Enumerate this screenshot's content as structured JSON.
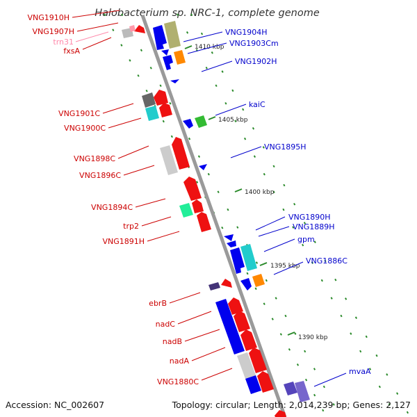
{
  "title": "Halobacterium sp. NRC-1, complete genome",
  "footer": {
    "accession": "Accession: NC_002607",
    "topology": "Topology: circular; Length: 2,014,239 bp; Genes: 2,127"
  },
  "kbp_markers": [
    "1410 kbp",
    "1405 kbp",
    "1400 kbp",
    "1395 kbp",
    "1390 kbp"
  ],
  "left_labels": [
    "VNG1910H",
    "VNG1907H",
    "trn31",
    "fxsA",
    "VNG1901C",
    "VNG1900C",
    "VNG1898C",
    "VNG1896C",
    "VNG1894C",
    "trp2",
    "VNG1891H",
    "ebrB",
    "nadC",
    "nadB",
    "nadA",
    "VNG1880C"
  ],
  "right_labels": [
    "VNG1904H",
    "VNG1903Cm",
    "VNG1902H",
    "kaiC",
    "VNG1895H",
    "VNG1890H",
    "VNG1889H",
    "gpm",
    "VNG1886C",
    "mvaA"
  ],
  "colors": {
    "minus_strand_label": "#cc0000",
    "plus_strand_label": "#0000cc",
    "trna_label": "#ff88aa",
    "axis": "#999999",
    "tick": "#2a8a2a"
  }
}
